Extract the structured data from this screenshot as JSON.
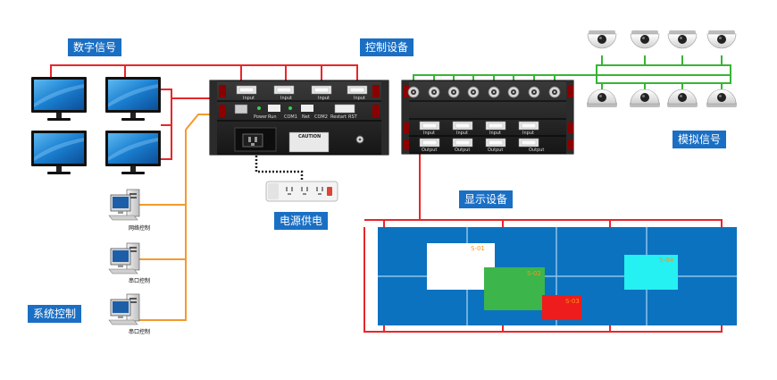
{
  "labels": {
    "digital_signal": "数字信号",
    "control_device": "控制设备",
    "analog_signal": "模拟信号",
    "power_supply": "电源供电",
    "display_device": "显示设备",
    "system_control": "系统控制"
  },
  "pcs": {
    "network_control": "网络控制",
    "serial_control_1": "串口控制",
    "serial_control_2": "串口控制"
  },
  "rack": {
    "top_slot_labels": [
      "Input",
      "Input",
      "Input",
      "Input"
    ],
    "mid_slot_labels": [
      "Power",
      "Run",
      "COM1",
      "Net",
      "COM2",
      "Restart",
      "RST"
    ],
    "right_top_slot_labels": [
      "Input",
      "Input",
      "Input",
      "Input"
    ],
    "right_bottom_slot_labels": [
      "Output",
      "Output",
      "Output",
      "Output"
    ],
    "warning_plate": "CAUTION"
  },
  "windows": {
    "s01": "S-01",
    "s02": "S-02",
    "s03": "S-03",
    "s04": "S-04"
  },
  "colors": {
    "digital_line": "#e8262a",
    "analog_line": "#38b534",
    "control_line": "#f29a2e",
    "power_line": "#222222",
    "tag_bg": "#1a6fc4",
    "wall_bg": "#0b72bf",
    "window_s01": "#ffffff",
    "window_s02": "#3cb54a",
    "window_s03": "#ee1c1c",
    "window_s04": "#25f0f2",
    "window_label": "#f7941d"
  }
}
